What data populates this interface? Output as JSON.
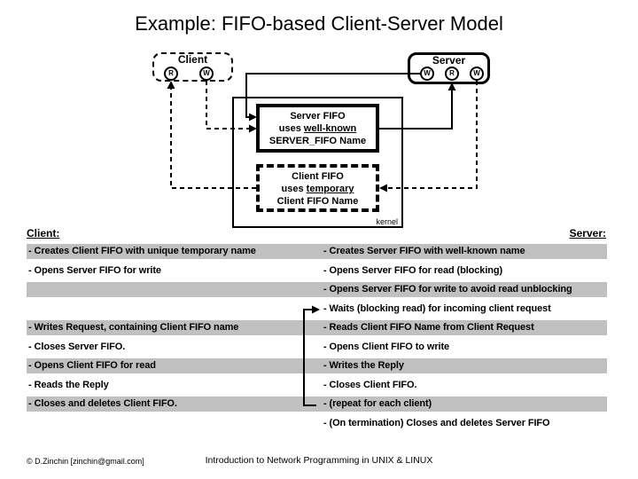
{
  "title": "Example: FIFO-based Client-Server Model",
  "colors": {
    "row_gray": "#c0c0c0",
    "ink": "#000000",
    "background": "#ffffff"
  },
  "diagram": {
    "client_box": {
      "label": "Client",
      "ports": [
        "R",
        "W"
      ]
    },
    "server_box": {
      "label": "Server",
      "ports": [
        "W",
        "R",
        "W"
      ]
    },
    "server_fifo": {
      "line1": "Server FIFO",
      "line2_prefix": "uses ",
      "line2_word": "well-known",
      "line3": "SERVER_FIFO Name"
    },
    "client_fifo": {
      "line1": "Client FIFO",
      "line2_prefix": "uses ",
      "line2_word": "temporary",
      "line3": "Client FIFO Name"
    },
    "kernel_label": "kernel"
  },
  "table": {
    "left_header": "Client:",
    "right_header": "Server:",
    "rows": [
      {
        "left": "- Creates Client FIFO with unique temporary name",
        "right": "- Creates Server FIFO with well-known name"
      },
      {
        "left": "- Opens Server FIFO for write",
        "right": "- Opens Server FIFO for read (blocking)"
      },
      {
        "left": "",
        "right": "- Opens Server FIFO for write to avoid read unblocking"
      },
      {
        "left": "",
        "right": "- Waits (blocking read) for incoming client request"
      },
      {
        "left": "- Writes Request, containing Client FIFO name",
        "right": "- Reads Client FIFO Name from Client Request"
      },
      {
        "left": "- Closes Server FIFO.",
        "right": "- Opens Client FIFO to write"
      },
      {
        "left": "- Opens Client FIFO for read",
        "right": "- Writes the Reply"
      },
      {
        "left": "- Reads the Reply",
        "right": "- Closes Client FIFO."
      },
      {
        "left": "- Closes and deletes Client FIFO.",
        "right": "- (repeat for each client)"
      },
      {
        "left": "",
        "right": "- (On termination) Closes and deletes Server FIFO"
      }
    ]
  },
  "footer": {
    "copyright": "© D.Zinchin [zinchin@gmail.com]",
    "course": "Introduction to Network Programming in UNIX & LINUX"
  }
}
